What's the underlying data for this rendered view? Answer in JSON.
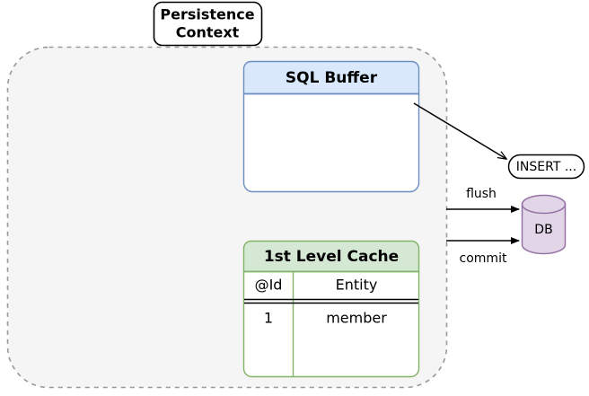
{
  "diagram": {
    "title": "Persistence Context",
    "container_label": {
      "line1": "Persistence",
      "line2": "Context"
    },
    "sql_buffer": {
      "header": "SQL Buffer",
      "body": "",
      "header_fill": "#dae8fc",
      "border": "#6c8ebf",
      "body_fill": "#ffffff"
    },
    "first_level_cache": {
      "header": "1st Level Cache",
      "columns": [
        "@Id",
        "Entity"
      ],
      "rows": [
        {
          "id": "1",
          "entity": "member"
        }
      ],
      "header_fill": "#d5e8d4",
      "border": "#82b366",
      "body_fill": "#ffffff"
    },
    "database": {
      "label": "DB",
      "fill": "#e1d5e7",
      "border": "#9673a6"
    },
    "sql_statement": {
      "label": "INSERT ...",
      "fill": "#ffffff",
      "border": "#000000"
    },
    "arrows": [
      {
        "name": "flush",
        "label": "flush"
      },
      {
        "name": "commit",
        "label": "commit"
      },
      {
        "name": "buffer-to-insert",
        "label": ""
      }
    ],
    "colors": {
      "container_fill": "#f5f5f5",
      "container_border": "#999999",
      "stroke": "#000000",
      "background": "#ffffff"
    }
  }
}
